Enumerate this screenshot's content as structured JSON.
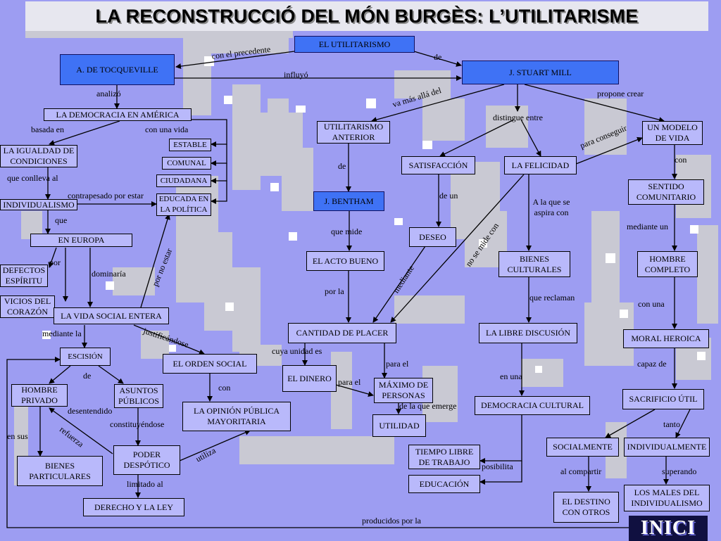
{
  "title": "LA RECONSTRUCCIÓ DEL MÓN BURGÈS: L’UTILITARISME",
  "nodes": {
    "utilitarismo": "EL UTILITARISMO",
    "tocqueville": "A. DE TOCQUEVILLE",
    "mill": "J. STUART  MILL",
    "democracia_america": "LA DEMOCRACIA EN  AMÉRICA",
    "igualdad": "LA IGUALDAD DE CONDICIONES",
    "estable": "ESTABLE",
    "comunal": "COMUNAL",
    "ciudadana": "CIUDADANA",
    "educada": "EDUCADA EN LA POLÍTICA",
    "individualismo": "INDIVIDUALISMO",
    "en_europa": "EN EUROPA",
    "defectos": "DEFECTOS ESPÍRITU",
    "vicios": "VICIOS DEL CORAZÓN",
    "vida_social": "LA VIDA SOCIAL ENTERA",
    "escision": "ESCISIÓN",
    "hombre_privado": "HOMBRE PRIVADO",
    "asuntos_publicos": "ASUNTOS PÚBLICOS",
    "bienes_particulares": "BIENES PARTICULARES",
    "poder_despotico": "PODER DESPÓTICO",
    "derecho": "DERECHO Y LA LEY",
    "orden_social": "EL ORDEN SOCIAL",
    "opinion_publica": "LA OPINIÓN PÚBLICA MAYORITARIA",
    "util_anterior": "UTILITARISMO ANTERIOR",
    "bentham": "J. BENTHAM",
    "acto_bueno": "EL ACTO BUENO",
    "cantidad_placer": "CANTIDAD DE PLACER",
    "dinero": "EL DINERO",
    "maximo_personas": "MÁXIMO DE PERSONAS",
    "utilidad": "UTILIDAD",
    "satisfaccion": "SATISFACCIÓN",
    "deseo": "DESEO",
    "felicidad": "LA FELICIDAD",
    "bienes_culturales": "BIENES CULTURALES",
    "libre_discusion": "LA LIBRE DISCUSIÓN",
    "democracia_cultural": "DEMOCRACIA CULTURAL",
    "tiempo_libre": "TIEMPO LIBRE DE TRABAJO",
    "educacion": "EDUCACIÓN",
    "modelo_vida": "UN MODELO DE VIDA",
    "sentido_comunitario": "SENTIDO COMUNITARIO",
    "hombre_completo": "HOMBRE COMPLETO",
    "moral_heroica": "MORAL HEROICA",
    "sacrificio_util": "SACRIFICIO ÚTIL",
    "socialmente": "SOCIALMENTE",
    "individualmente": "INDIVIDUALMENTE",
    "destino_otros": "EL DESTINO CON OTROS",
    "males_individualismo": "LOS MALES DEL INDIVIDUALISMO"
  },
  "links": {
    "con_el_precedente": "con el precedente",
    "de_mill": "de",
    "influyo": "influyó",
    "analizo": "analizó",
    "va_mas_alla_del": "va más allá del",
    "propone_crear": "propone crear",
    "distingue_entre": "distingue entre",
    "basada_en": "basada en",
    "con_una_vida": "con una vida",
    "para_conseguir": "para conseguir",
    "de_util": "de",
    "con_modelo": "con",
    "que_conlleva_al": "que conlleva al",
    "contrapesado_por_estar": "contrapesado por estar",
    "de_un": "de un",
    "a_la_que_se_aspira_con": "A la que se aspira con",
    "que": "que",
    "que_mide": "que mide",
    "mediante_un": "mediante un",
    "por": "por",
    "dominaria": "dominaría",
    "por_no_estar": "por no estar",
    "no_se_mide_con": "no se mide con",
    "mediante": "mediante",
    "por_la": "por la",
    "que_reclaman": "que reclaman",
    "con_una": "con una",
    "mediante_la": "mediante la",
    "justificandose": "justificándose",
    "cuya_unidad_es": "cuya unidad es",
    "para_el_1": "para el",
    "para_el_2": "para el",
    "capaz_de": "capaz de",
    "de_escision": "de",
    "con_orden": "con",
    "en_una": "en una",
    "de_la_que_emerge": "de la que emerge",
    "desentendido": "desentendido",
    "constituyendose": "constituyéndose",
    "tanto": "tanto",
    "en_sus": "en sus",
    "refuerza": "refuerza",
    "utiliza": "utiliza",
    "posibilita": "posibilita",
    "al_compartir": "al compartir",
    "superando": "superando",
    "limitado_al": "limitado al",
    "producidos_por_la": "producidos por la"
  },
  "button_inici": "INICI",
  "colors": {
    "background": "#9d9df2",
    "node_fill": "#b9b9fb",
    "highlight_node": "#3f72f5",
    "title_bar": "#e7e7ef",
    "inici_bg": "#101040"
  }
}
